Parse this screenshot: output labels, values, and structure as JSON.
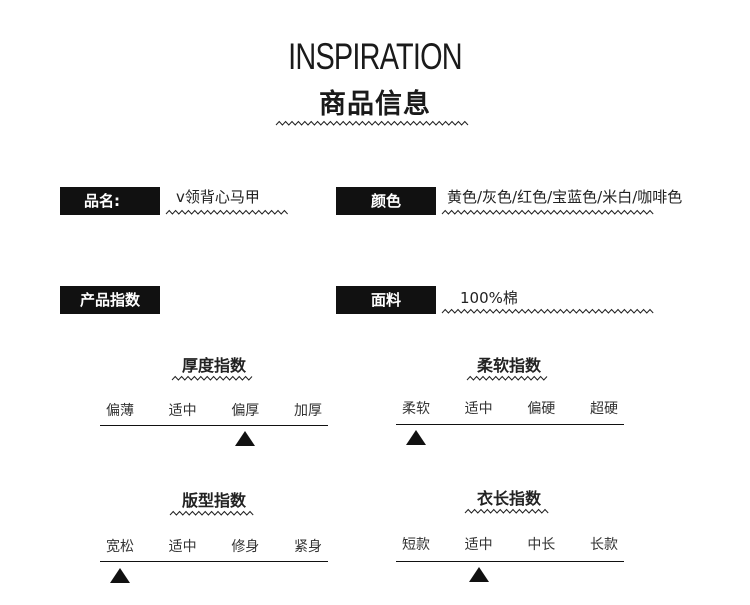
{
  "header": {
    "title_en": "INSPIRATION",
    "title_cn": "商品信息"
  },
  "info": {
    "name_label": "品名:",
    "name_value": "v领背心马甲",
    "color_label": "颜色",
    "color_value": "黄色/灰色/红色/宝蓝色/米白/咖啡色",
    "index_label": "产品指数",
    "fabric_label": "面料",
    "fabric_value": "100%棉"
  },
  "indices": [
    {
      "title": "厚度指数",
      "options": [
        "偏薄",
        "适中",
        "偏厚",
        "加厚"
      ],
      "selected_index": 2
    },
    {
      "title": "柔软指数",
      "options": [
        "柔软",
        "适中",
        "偏硬",
        "超硬"
      ],
      "selected_index": 0
    },
    {
      "title": "版型指数",
      "options": [
        "宽松",
        "适中",
        "修身",
        "紧身"
      ],
      "selected_index": 0
    },
    {
      "title": "衣长指数",
      "options": [
        "短款",
        "适中",
        "中长",
        "长款"
      ],
      "selected_index": 1
    }
  ]
}
